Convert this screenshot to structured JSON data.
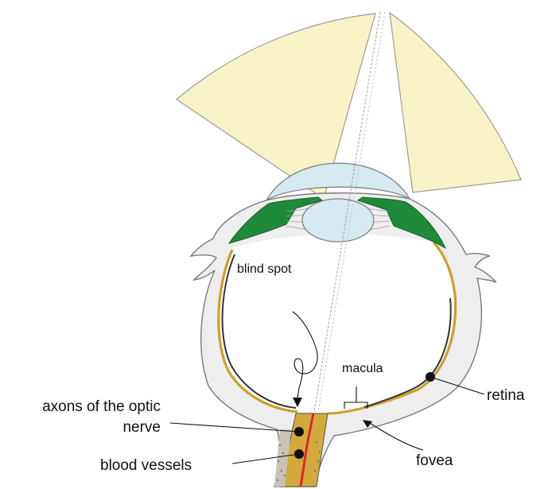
{
  "labels": {
    "blind_spot": "blind spot",
    "macula": "macula",
    "retina": "retina",
    "axons_line1": "axons of the optic",
    "axons_line2": "nerve",
    "fovea": "fovea",
    "blood_vessels": "blood vessels"
  },
  "colors": {
    "visual_field": "#f8f3c6",
    "sclera": "#eeeeee",
    "cornea_lens": "#d6eaf2",
    "ciliary_muscle": "#1f8a3a",
    "retina_layer": "#c9a227",
    "choroid": "#333333",
    "optic_nerve": "#d2aa3c",
    "blood_vessel": "#e8232b"
  }
}
